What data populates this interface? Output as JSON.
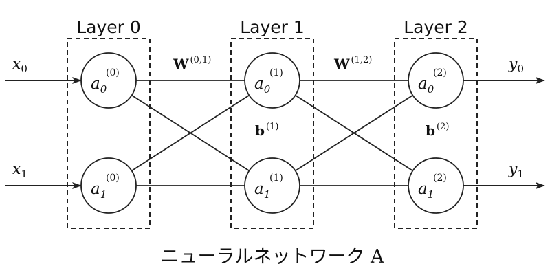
{
  "layers": [
    {
      "label": "Layer 0"
    },
    {
      "label": "Layer 1"
    },
    {
      "label": "Layer 2"
    }
  ],
  "neurons": [
    {
      "symbol": "a",
      "sub": "0",
      "sup": "(0)"
    },
    {
      "symbol": "a",
      "sub": "1",
      "sup": "(0)"
    },
    {
      "symbol": "a",
      "sub": "0",
      "sup": "(1)"
    },
    {
      "symbol": "a",
      "sub": "1",
      "sup": "(1)"
    },
    {
      "symbol": "a",
      "sub": "0",
      "sup": "(2)"
    },
    {
      "symbol": "a",
      "sub": "1",
      "sup": "(2)"
    }
  ],
  "inputs": [
    {
      "symbol": "x",
      "sub": "0"
    },
    {
      "symbol": "x",
      "sub": "1"
    }
  ],
  "outputs": [
    {
      "symbol": "y",
      "sub": "0"
    },
    {
      "symbol": "y",
      "sub": "1"
    }
  ],
  "weights": [
    {
      "symbol": "W",
      "sup": "(0,1)"
    },
    {
      "symbol": "W",
      "sup": "(1,2)"
    }
  ],
  "biases": [
    {
      "symbol": "b",
      "sup": "(1)"
    },
    {
      "symbol": "b",
      "sup": "(2)"
    }
  ],
  "caption": "ニューラルネットワーク A"
}
